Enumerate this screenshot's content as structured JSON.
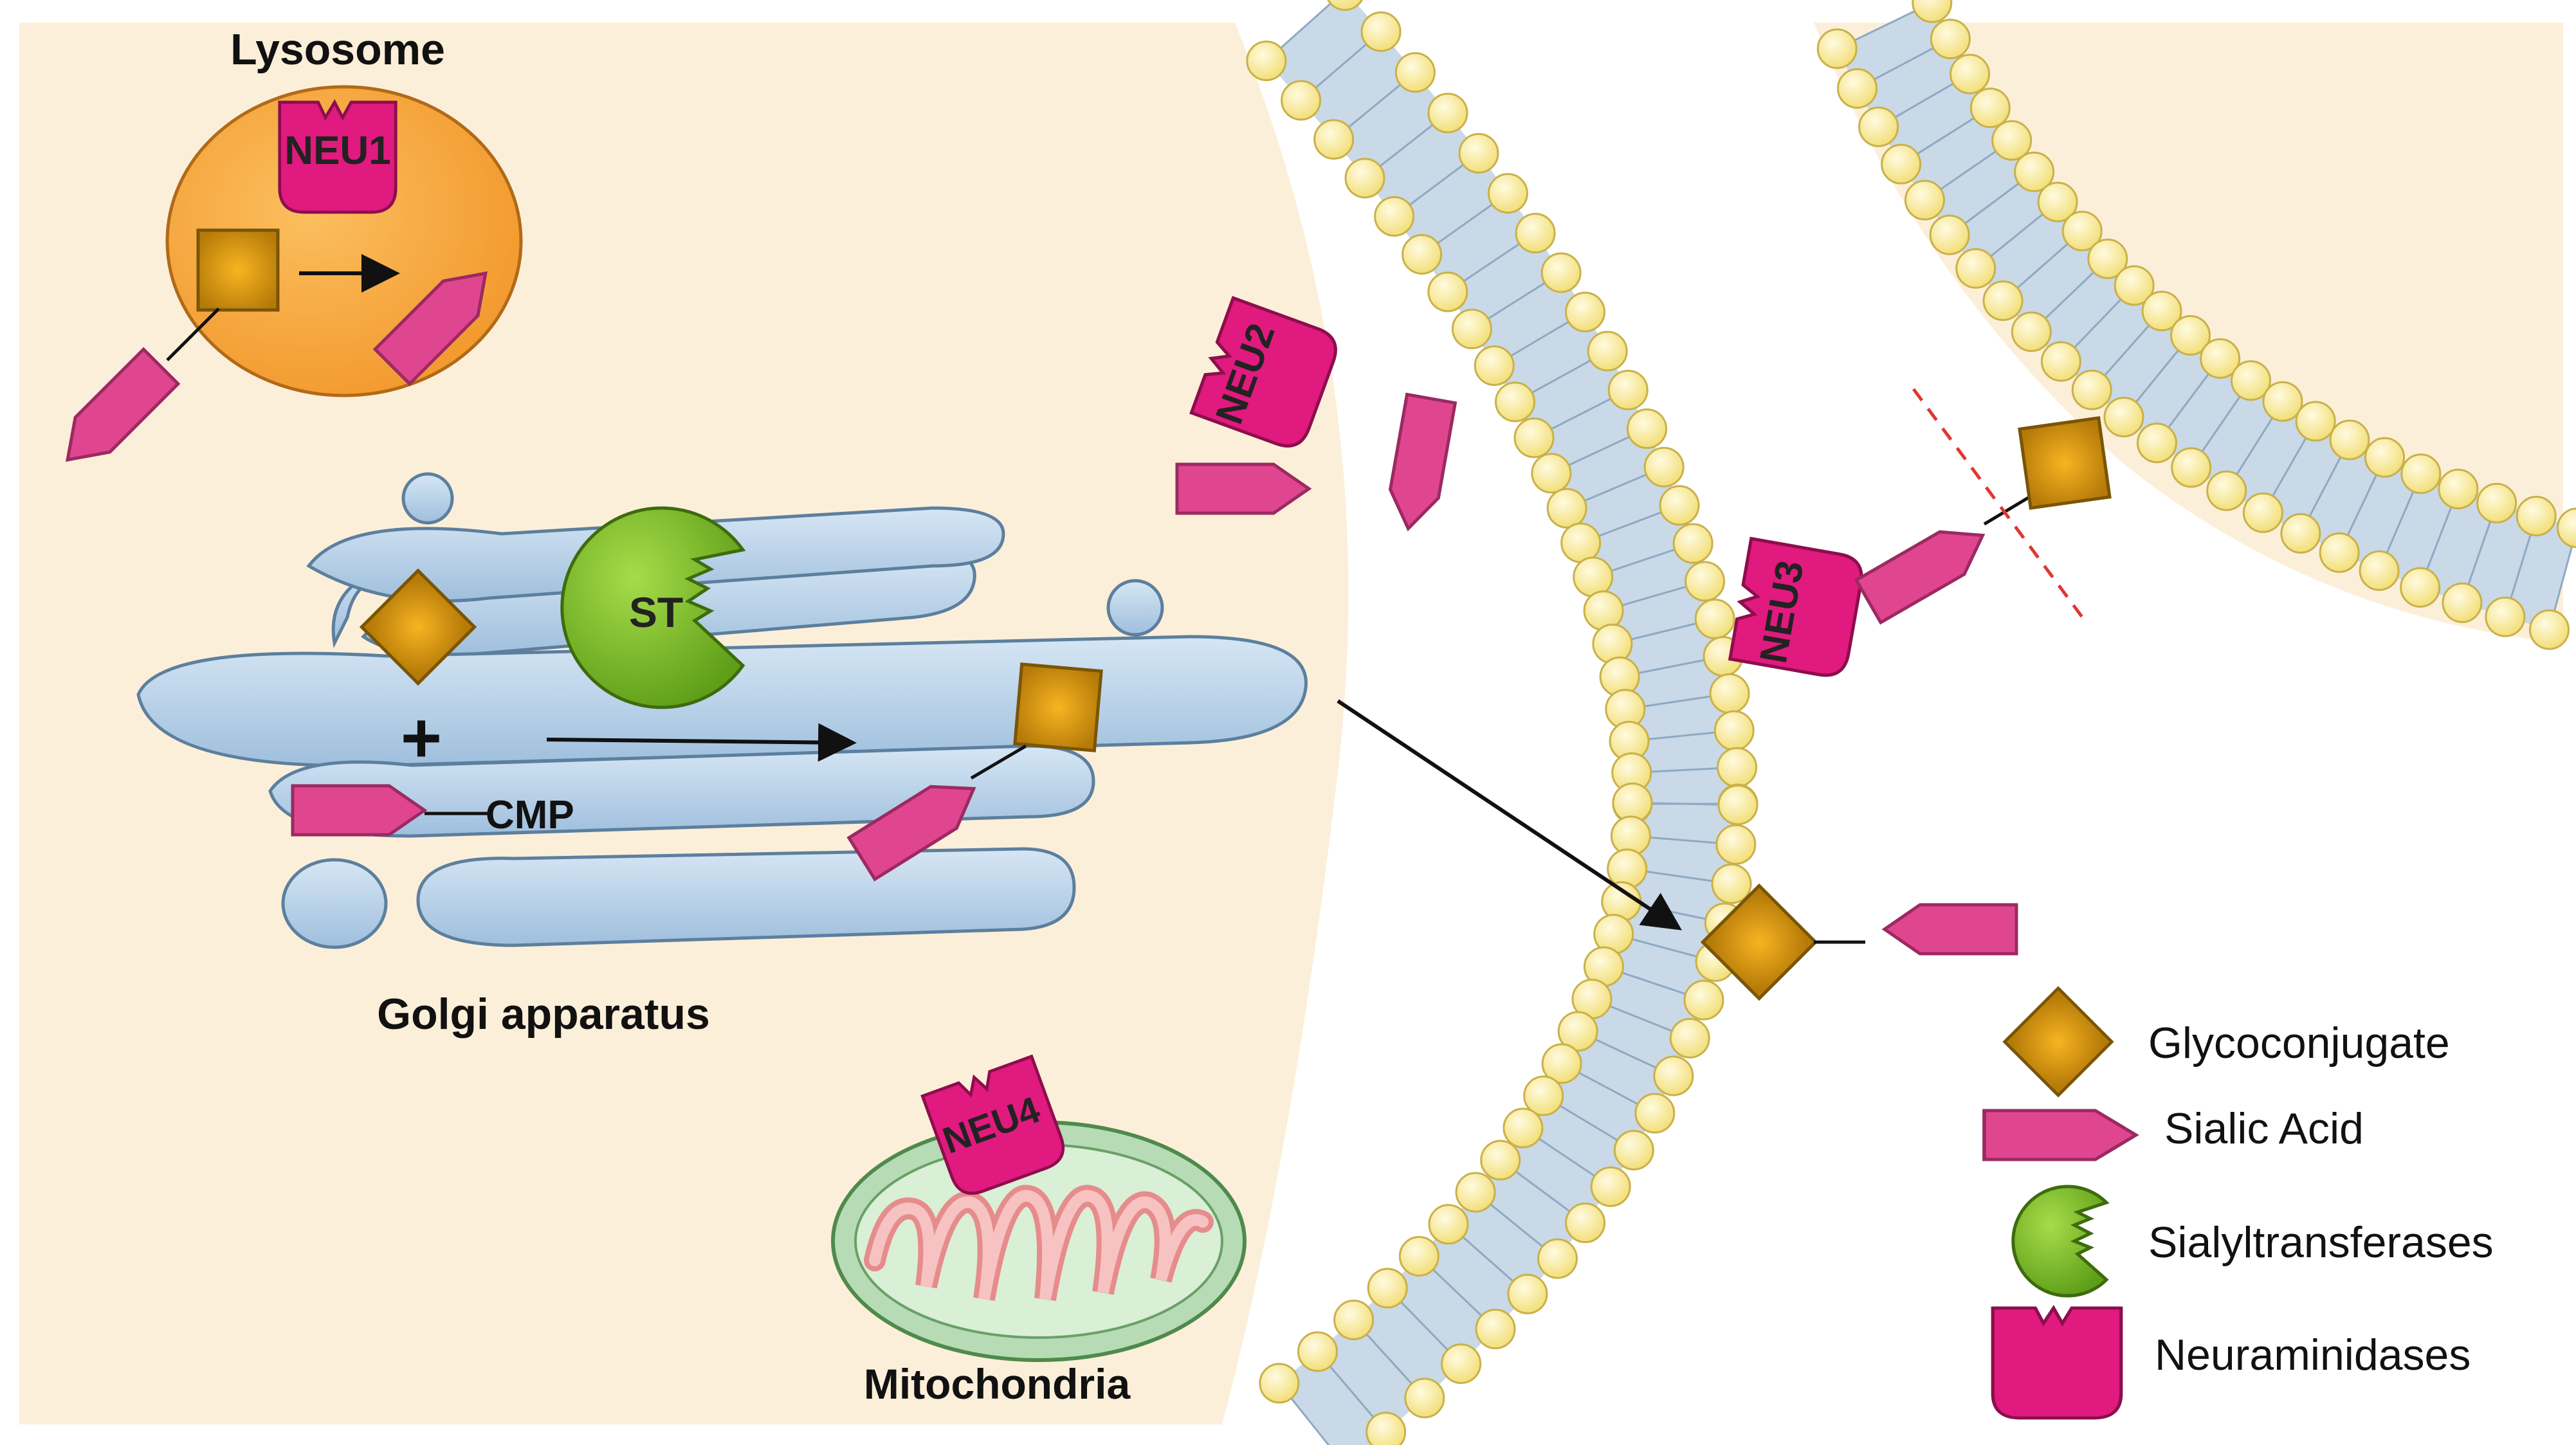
{
  "labels": {
    "lysosome": "Lysosome",
    "golgi": "Golgi apparatus",
    "mitochondria": "Mitochondria",
    "cmp": "CMP",
    "plus": "+"
  },
  "enzymes": {
    "neu1": "NEU1",
    "neu2": "NEU2",
    "neu3": "NEU3",
    "neu4": "NEU4",
    "st": "ST"
  },
  "legend": [
    {
      "label": "Glycoconjugate",
      "icon": "glycoconjugate-icon"
    },
    {
      "label": "Sialic Acid",
      "icon": "sialic-acid-icon"
    },
    {
      "label": "Sialyltransferases",
      "icon": "sialyltransferase-icon"
    },
    {
      "label": "Neuraminidases",
      "icon": "neuraminidase-icon"
    }
  ],
  "colors": {
    "cytoplasm": "#fcefd9",
    "lysosome": "#f5a33a",
    "golgi": "#bcd4ea",
    "golgi_stroke": "#5c7f9e",
    "glycoconjugate": "#d99a0f",
    "sialic_acid": "#e0468f",
    "neuraminidase": "#e01a7e",
    "sialyltransferase": "#7fbf2a",
    "mito_outer": "#b7dcb5",
    "mito_inner": "#f2a7a7",
    "lipid_head": "#fbf0a8",
    "membrane_core": "#c9d9e8",
    "cut_line": "#e0362f"
  }
}
